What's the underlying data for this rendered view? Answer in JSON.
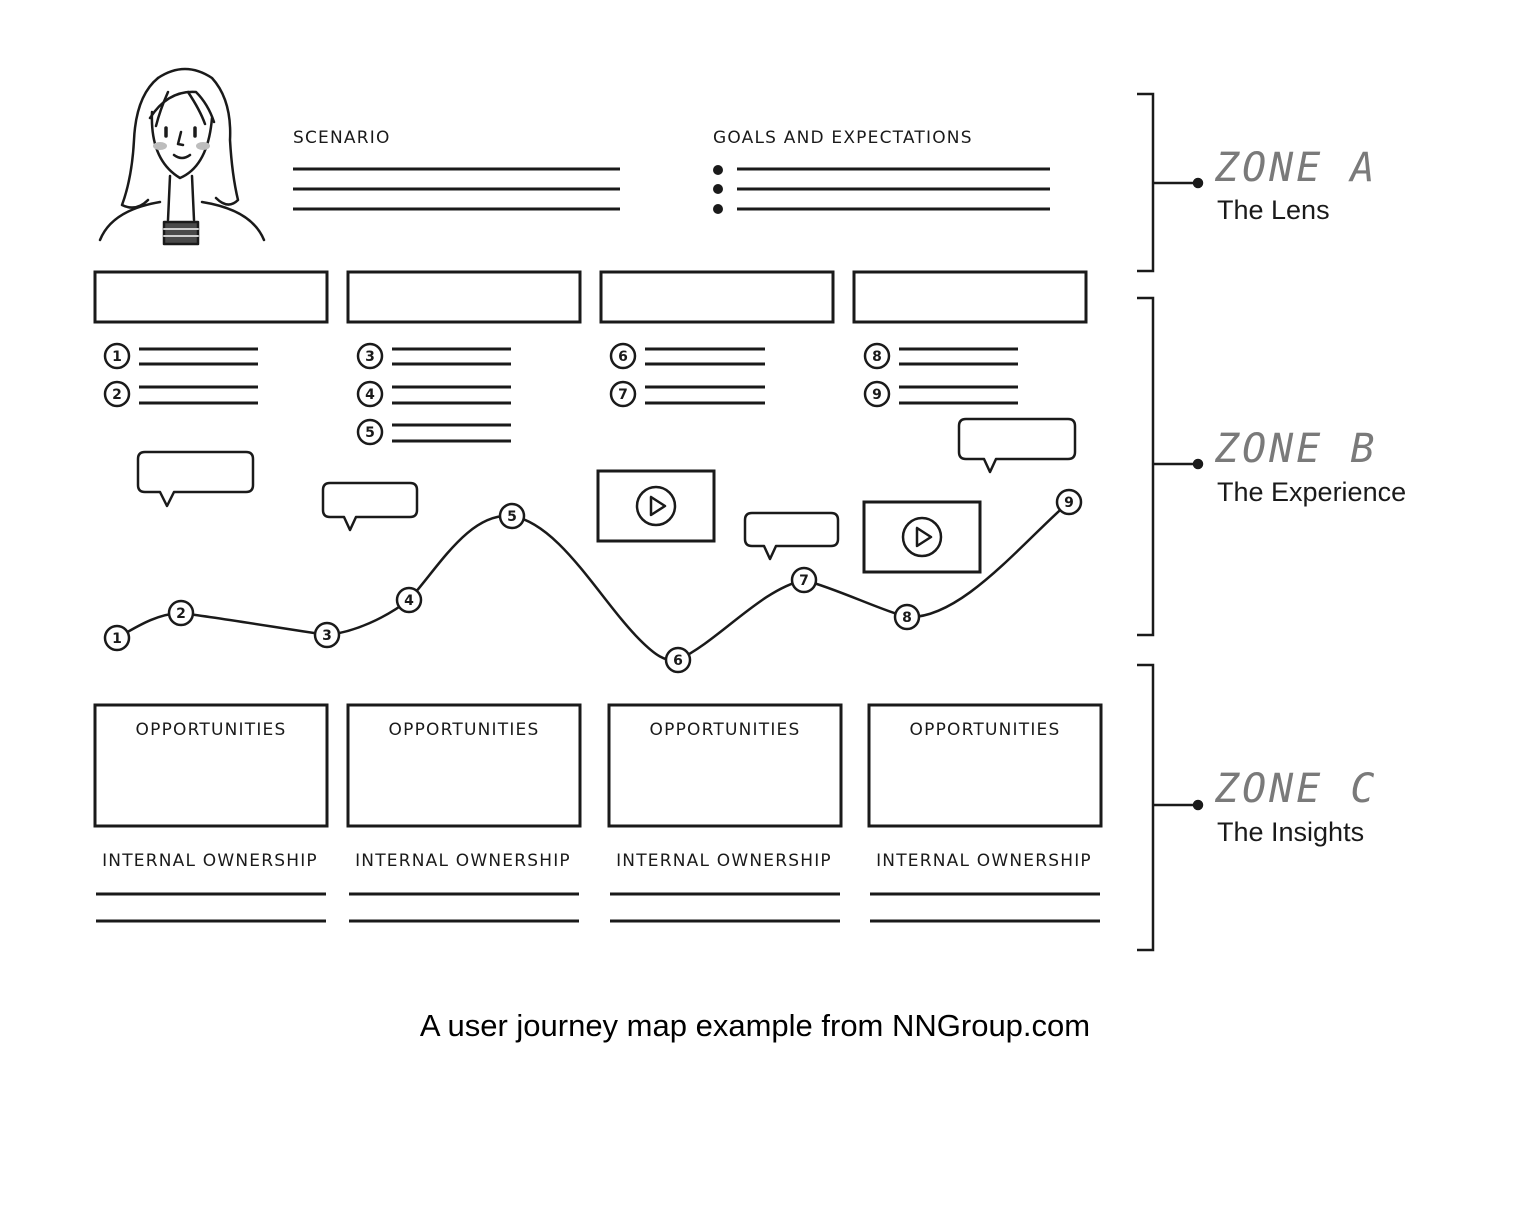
{
  "lens": {
    "scenario_label": "SCENARIO",
    "goals_label": "GOALS AND EXPECTATIONS"
  },
  "zones": [
    {
      "title": "ZONE A",
      "subtitle": "The Lens"
    },
    {
      "title": "ZONE B",
      "subtitle": "The Experience"
    },
    {
      "title": "ZONE C",
      "subtitle": "The Insights"
    }
  ],
  "phases": [
    {
      "steps": [
        "1",
        "2"
      ]
    },
    {
      "steps": [
        "3",
        "4",
        "5"
      ]
    },
    {
      "steps": [
        "6",
        "7"
      ]
    },
    {
      "steps": [
        "8",
        "9"
      ]
    }
  ],
  "curve_points": [
    "1",
    "2",
    "3",
    "4",
    "5",
    "6",
    "7",
    "8",
    "9"
  ],
  "insights": [
    {
      "opportunities": "OPPORTUNITIES",
      "ownership": "INTERNAL OWNERSHIP"
    },
    {
      "opportunities": "OPPORTUNITIES",
      "ownership": "INTERNAL OWNERSHIP"
    },
    {
      "opportunities": "OPPORTUNITIES",
      "ownership": "INTERNAL OWNERSHIP"
    },
    {
      "opportunities": "OPPORTUNITIES",
      "ownership": "INTERNAL OWNERSHIP"
    }
  ],
  "caption": "A user journey map example from NNGroup.com"
}
